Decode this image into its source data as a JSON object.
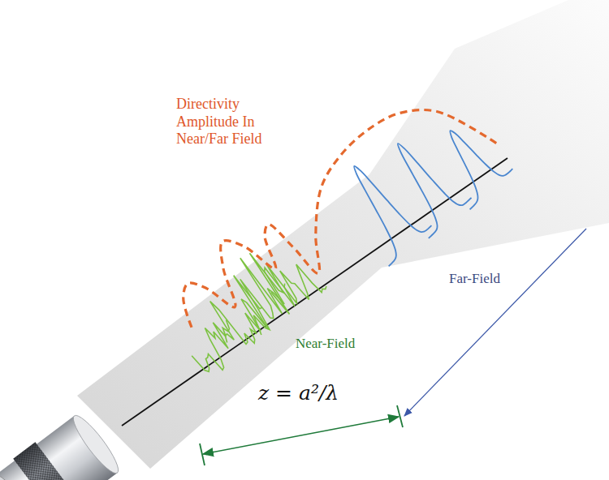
{
  "diagram": {
    "labels": [
      "Directivity Amplitude In Near/Far Field",
      "Near-Field",
      "Far-Field",
      "z = a²/λ"
    ]
  }
}
